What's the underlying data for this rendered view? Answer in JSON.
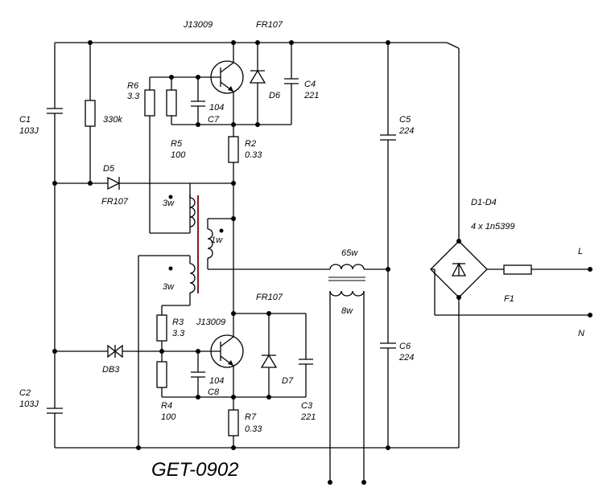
{
  "title": "GET-0902",
  "labels": {
    "q_top_name": "J13009",
    "q_bot_name": "J13009",
    "d6_type": "FR107",
    "d7_type": "FR107",
    "d5_ref": "D5",
    "d5_type": "FR107",
    "d6_ref": "D6",
    "d7_ref": "D7",
    "db3": "DB3",
    "c1_ref": "C1",
    "c1_val": "103J",
    "c2_ref": "C2",
    "c2_val": "103J",
    "c3_ref": "C3",
    "c3_val": "221",
    "c4_ref": "C4",
    "c4_val": "221",
    "c5_ref": "C5",
    "c5_val": "224",
    "c6_ref": "C6",
    "c6_val": "224",
    "c7_ref": "C7",
    "c7_val": "104",
    "c8_ref": "C8",
    "c8_val": "104",
    "r_330k": "330k",
    "r2_ref": "R2",
    "r2_val": "0.33",
    "r3_ref": "R3",
    "r3_val": "3.3",
    "r4_ref": "R4",
    "r4_val": "100",
    "r5_ref": "R5",
    "r5_val": "100",
    "r6_ref": "R6",
    "r6_val": "3.3",
    "r7_ref": "R7",
    "r7_val": "0.33",
    "w3_top": "3w",
    "w3_bot": "3w",
    "w1": "1w",
    "w65": "65w",
    "w8": "8w",
    "bridge_ref": "D1-D4",
    "bridge_val": "4 x 1n5399",
    "fuse": "F1",
    "line_l": "L",
    "line_n": "N"
  }
}
